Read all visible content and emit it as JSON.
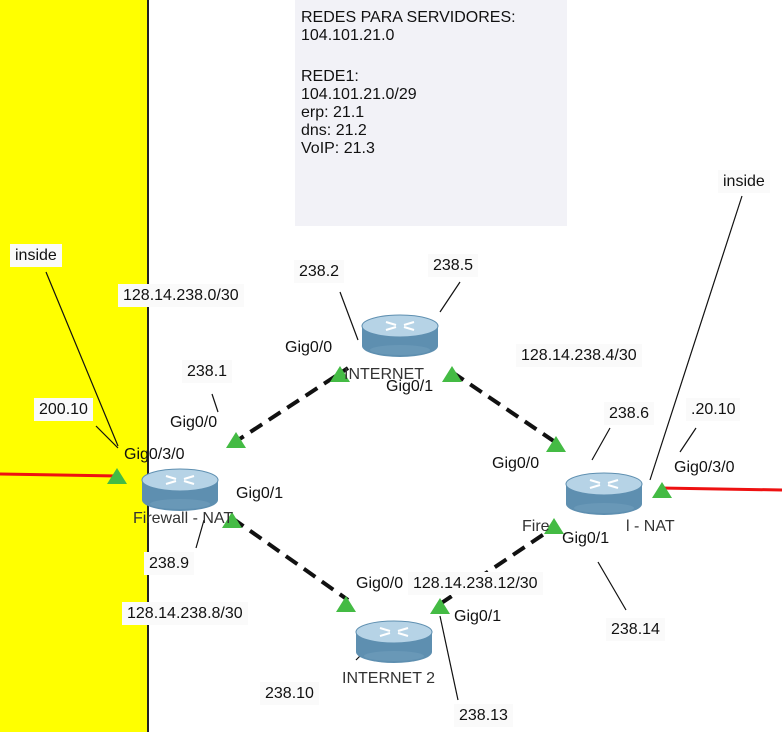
{
  "colors": {
    "zone": "#ffff00",
    "link_up": "#44bb44",
    "red_link": "#ee1111",
    "router_body": "#5e8fb0",
    "router_top": "#b6d3e6"
  },
  "note": {
    "lines": [
      "REDES PARA SERVIDORES:",
      "104.101.21.0",
      "",
      "REDE1:",
      "104.101.21.0/29",
      "erp: 21.1",
      "dns: 21.2",
      "VoIP: 21.3"
    ]
  },
  "devices": {
    "internet": {
      "name": "INTERNET",
      "icon": "router-icon"
    },
    "internet2": {
      "name": "INTERNET 2",
      "icon": "router-icon"
    },
    "fw_left": {
      "name": "Firewall - NAT",
      "icon": "router-icon"
    },
    "fw_right": {
      "name_fragment_1": "Fire",
      "name_fragment_2": "l - NAT",
      "icon": "router-icon"
    }
  },
  "boxes": {
    "inside_left": "inside",
    "inside_right": "inside",
    "ip_200_10": "200.10",
    "ip_20_10": ".20.10",
    "net_238_0": "128.14.238.0/30",
    "net_238_4": "128.14.238.4/30",
    "net_238_8": "128.14.238.8/30",
    "net_238_12": "128.14.238.12/30",
    "ip_238_1": "238.1",
    "ip_238_2": "238.2",
    "ip_238_5": "238.5",
    "ip_238_6": "238.6",
    "ip_238_9": "238.9",
    "ip_238_10": "238.10",
    "ip_238_13": "238.13",
    "ip_238_14": "238.14"
  },
  "ports": {
    "internet_g00": "Gig0/0",
    "internet_g01": "Gig0/1",
    "fwl_g00": "Gig0/0",
    "fwl_g01": "Gig0/1",
    "fwl_g030": "Gig0/3/0",
    "fwr_g00": "Gig0/0",
    "fwr_g01": "Gig0/1",
    "fwr_g030": "Gig0/3/0",
    "i2_g00": "Gig0/0",
    "i2_g01": "Gig0/1"
  }
}
